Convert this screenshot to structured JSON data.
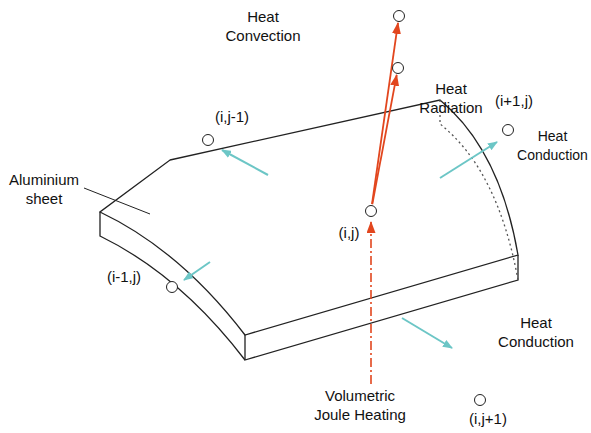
{
  "diagram": {
    "nodes": [
      {
        "text": [
          "Heat Convection"
        ]
      },
      {
        "text": [
          "Heat Radiation"
        ]
      },
      {
        "text": [
          "(i+1,j)"
        ]
      },
      {
        "text": [
          "(i,j-1)"
        ]
      },
      {
        "text": [
          "(i,j)"
        ]
      },
      {
        "text": [
          "(i-1,j)"
        ]
      },
      {
        "text": [
          "(i,j+1)"
        ]
      }
    ],
    "edges": [
      {
        "from": 4,
        "to": 0,
        "arrow": "to"
      },
      {
        "from": 4,
        "to": 1,
        "arrow": "to"
      }
    ],
    "labels": [
      "Heat Conduction",
      "Aluminium sheet",
      "Heat Conduction",
      "Volumetric Joule Heating"
    ]
  }
}
